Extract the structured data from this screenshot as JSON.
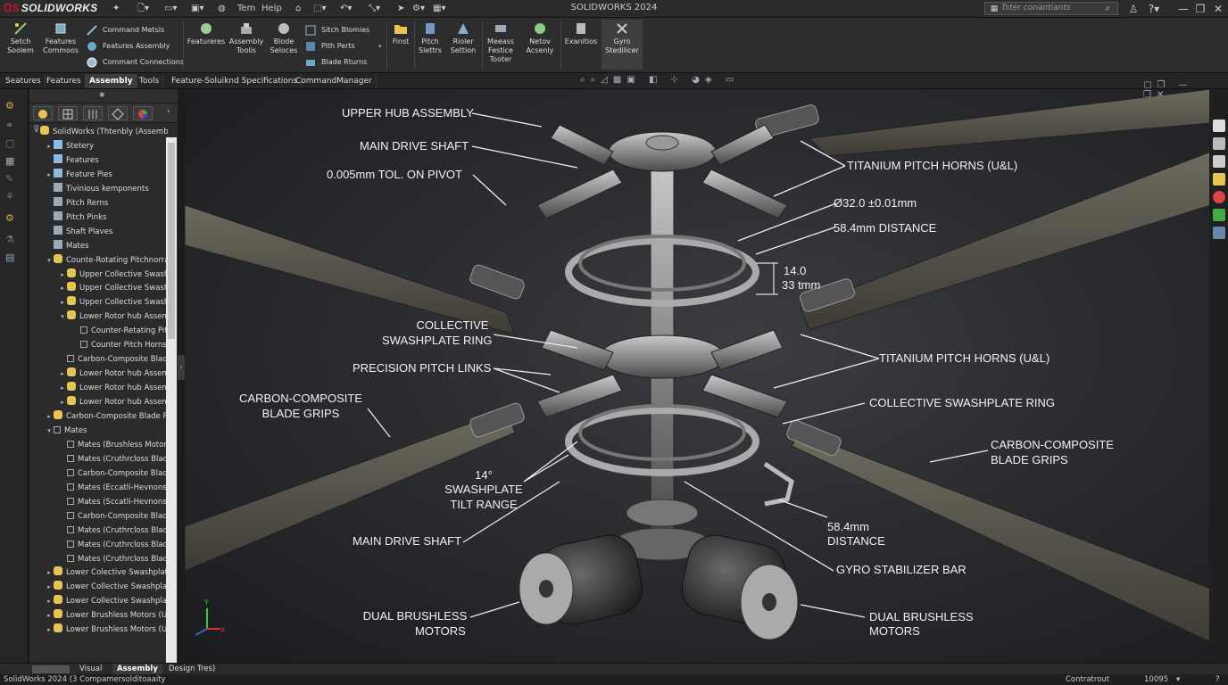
{
  "app": {
    "logo_text": "SOLIDWORKS",
    "window_title": "SOLIDWORKS 2024",
    "quick_access_labels": [
      "Tem",
      "Help"
    ]
  },
  "search": {
    "placeholder": "Tster conantiants"
  },
  "ribbon": {
    "large_buttons": [
      {
        "label": "Setch\nSoolem",
        "icon": "sketch-icon"
      },
      {
        "label": "Features\nCommoos",
        "icon": "features-icon"
      },
      {
        "label": "Featureres",
        "icon": "feature-gear-icon"
      },
      {
        "label": "Assembly\nToolis",
        "icon": "assembly-icon"
      },
      {
        "label": "Blode\nSeloces",
        "icon": "blade-icon"
      },
      {
        "label": "Finst",
        "icon": "folder-icon"
      },
      {
        "label": "Pitch\nSlettrs",
        "icon": "pitch-icon"
      },
      {
        "label": "Rioler\nSettion",
        "icon": "section-icon"
      },
      {
        "label": "Meeass\nFestice\nTooter",
        "icon": "measure-icon"
      },
      {
        "label": "Netov\nAcsenly",
        "icon": "network-icon"
      },
      {
        "label": "Exanitios",
        "icon": "exam-icon"
      },
      {
        "label": "Gyro\nStedilicer",
        "icon": "gyro-icon"
      }
    ],
    "small_buttons": [
      {
        "label": "Command Metsls",
        "icon": "command-icon"
      },
      {
        "label": "Features Assembly",
        "icon": "features-assembly-icon"
      },
      {
        "label": "Commant Connections",
        "icon": "connections-icon"
      },
      {
        "label": "Sitch Blomies",
        "icon": "stitch-icon"
      },
      {
        "label": "Pith Perts",
        "icon": "pitch-parts-icon"
      },
      {
        "label": "Blade Rturns",
        "icon": "blade-returns-icon"
      }
    ]
  },
  "tabs": [
    "Seatures",
    "Features",
    "Assembly",
    "Tools",
    "Feature-Soluiknd Specifications",
    "CommandManager"
  ],
  "active_tab": "Assembly",
  "tree": [
    {
      "label": "SolidWorks (Thtenbly (Assembly...",
      "level": 0,
      "arrow": "",
      "icon": "assembly-icon"
    },
    {
      "label": "Stetery",
      "level": 1,
      "arrow": "▸",
      "icon": "folder-icon"
    },
    {
      "label": "Features",
      "level": 1,
      "arrow": "",
      "icon": "folder-icon"
    },
    {
      "label": "Feature Pies",
      "level": 1,
      "arrow": "▸",
      "icon": "folder-icon"
    },
    {
      "label": "Tivinious kemponents",
      "level": 1,
      "arrow": "",
      "icon": "component-icon"
    },
    {
      "label": "Pitch Rerns",
      "level": 1,
      "arrow": "",
      "icon": "component-icon"
    },
    {
      "label": "Pitch Pinks",
      "level": 1,
      "arrow": "",
      "icon": "component-icon"
    },
    {
      "label": "Shaft Plaves",
      "level": 1,
      "arrow": "",
      "icon": "component-icon"
    },
    {
      "label": "Mates",
      "level": 1,
      "arrow": "",
      "icon": "component-icon"
    },
    {
      "label": "Counte-Rotating Pitchnorrais",
      "level": 1,
      "arrow": "▾",
      "icon": "assembly-icon"
    },
    {
      "label": "Upper Collective Swashpl...",
      "level": 2,
      "arrow": "▸",
      "icon": "assembly-icon"
    },
    {
      "label": "Upper Collective Swashpl...",
      "level": 2,
      "arrow": "▸",
      "icon": "assembly-icon"
    },
    {
      "label": "Upper Collective Swashpl...",
      "level": 2,
      "arrow": "▸",
      "icon": "assembly-icon"
    },
    {
      "label": "Lower Rotor hub Assemb...",
      "level": 2,
      "arrow": "▾",
      "icon": "assembly-icon"
    },
    {
      "label": "Counter-Retating Pitc...",
      "level": 3,
      "arrow": "",
      "icon": "mate-icon"
    },
    {
      "label": "Counter Pitch Horns",
      "level": 3,
      "arrow": "",
      "icon": "mate-icon"
    },
    {
      "label": "Carbon-Composite Blade...",
      "level": 2,
      "arrow": "",
      "icon": "mate-icon"
    },
    {
      "label": "Lower Rotor hub Assemb...",
      "level": 2,
      "arrow": "▸",
      "icon": "assembly-icon"
    },
    {
      "label": "Lower Rotor hub Assemb...",
      "level": 2,
      "arrow": "▸",
      "icon": "assembly-icon"
    },
    {
      "label": "Lower Rotor hub Assemb...",
      "level": 2,
      "arrow": "▸",
      "icon": "assembly-icon"
    },
    {
      "label": "Carbon-Composite Blade Roo...",
      "level": 1,
      "arrow": "▸",
      "icon": "assembly-icon"
    },
    {
      "label": "Mates",
      "level": 1,
      "arrow": "▾",
      "icon": "mate-icon"
    },
    {
      "label": "Mates (Brushless Motory...",
      "level": 2,
      "arrow": "",
      "icon": "mate-icon"
    },
    {
      "label": "Mates (Cruthrcloss Blade...",
      "level": 2,
      "arrow": "",
      "icon": "mate-icon"
    },
    {
      "label": "Carbon-Composite Blade...",
      "level": 2,
      "arrow": "",
      "icon": "mate-icon"
    },
    {
      "label": "Mates (Eccatli-Hevnonsis...",
      "level": 2,
      "arrow": "",
      "icon": "mate-icon"
    },
    {
      "label": "Mates (Sccatli-Hevnonsis...",
      "level": 2,
      "arrow": "",
      "icon": "mate-icon"
    },
    {
      "label": "Carbon-Composite Blade...",
      "level": 2,
      "arrow": "",
      "icon": "mate-icon"
    },
    {
      "label": "Mates (Cruthrcloss Blads...",
      "level": 2,
      "arrow": "",
      "icon": "mate-icon"
    },
    {
      "label": "Mates (Cruthrcloss Blads...",
      "level": 2,
      "arrow": "",
      "icon": "mate-icon"
    },
    {
      "label": "Mates (Cruthrcloss Blads...",
      "level": 2,
      "arrow": "",
      "icon": "mate-icon"
    },
    {
      "label": "Lower Colective Swashplats...",
      "level": 1,
      "arrow": "▸",
      "icon": "assembly-icon"
    },
    {
      "label": "Lower Collective Swashplats...",
      "level": 1,
      "arrow": "▸",
      "icon": "assembly-icon"
    },
    {
      "label": "Lower Collective Swashplate...",
      "level": 1,
      "arrow": "▸",
      "icon": "assembly-icon"
    },
    {
      "label": "Lower Brushless Motors (UR...",
      "level": 1,
      "arrow": "▸",
      "icon": "assembly-icon"
    },
    {
      "label": "Lower Brushless Motors (UR...",
      "level": 1,
      "arrow": "▸",
      "icon": "assembly-icon"
    }
  ],
  "callouts": {
    "upper_hub": "UPPER HUB ASSEMBLY",
    "main_drive_top": "MAIN DRIVE SHAFT",
    "tolerance": "0.005mm TOL. ON PIVOT",
    "pitch_horns_top": "TITANIUM PITCH HORNS (U&L)",
    "diameter": "Ø32.0 ±0.01mm",
    "distance_top": "58.4mm DISTANCE",
    "dim_stack_1": "14.0",
    "dim_stack_2": "33 tmm",
    "collective_left_1": "COLLECTIVE",
    "collective_left_2": "SWASHPLATE RING",
    "pitch_horns_mid": "TITANIUM PITCH HORNS (U&L)",
    "precision_links": "PRECISION PITCH LINKS",
    "blade_grips_left_1": "CARBON-COMPOSITE",
    "blade_grips_left_2": "BLADE GRIPS",
    "collective_right": "COLLECTIVE SWASHPLATE RING",
    "blade_grips_right_1": "CARBON-COMPOSITE",
    "blade_grips_right_2": "BLADE GRIPS",
    "tilt_1": "14°",
    "tilt_2": "SWASHPLATE",
    "tilt_3": "TILT RANGE",
    "distance_bottom_1": "58.4mm",
    "distance_bottom_2": "DISTANCE",
    "main_drive_bottom": "MAIN DRIVE SHAFT",
    "gyro_bar": "GYRO STABILIZER BAR",
    "motors_left_1": "DUAL BRUSHLESS",
    "motors_left_2": "MOTORS",
    "motors_right_1": "DUAL BRUSHLESS",
    "motors_right_2": "MOTORS"
  },
  "triad": {
    "x": "X",
    "y": "Y"
  },
  "bottom_tabs": [
    "Visual",
    "Assembly",
    "Design Tres)"
  ],
  "active_bottom_tab": "Assembly",
  "status": {
    "left": "SolidWorks 2024 (3 Compamersolditoaaity",
    "mode": "Contratrout",
    "zoom": "10095"
  },
  "colors": {
    "accent_red": "#c8102e",
    "panel_bg": "#2b2b2b",
    "viewport_bg": "#2a2c30"
  }
}
